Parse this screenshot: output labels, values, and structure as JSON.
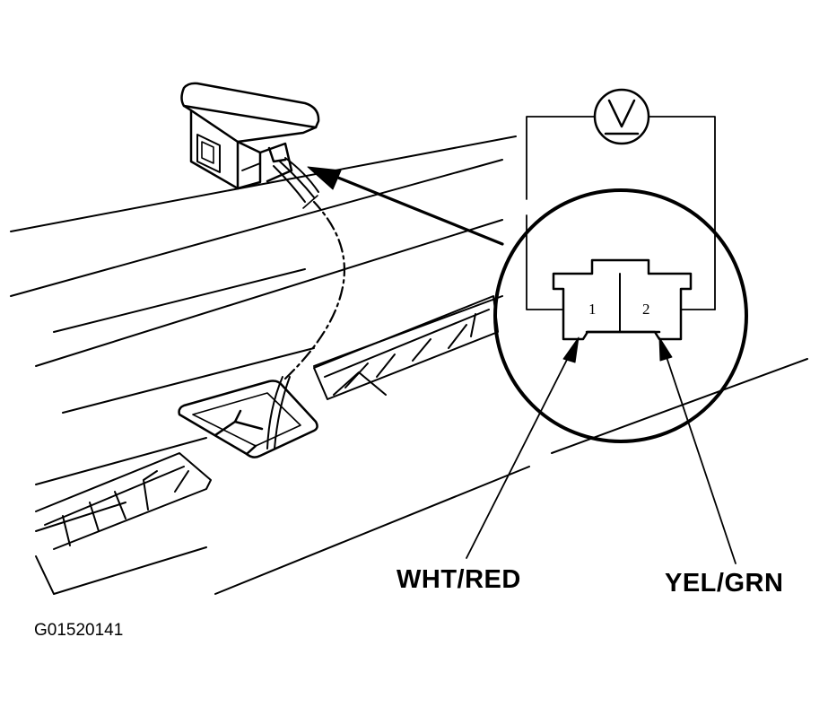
{
  "diagram": {
    "meter_symbol": "V",
    "connector": {
      "pins": [
        "1",
        "2"
      ]
    },
    "wire_labels": {
      "pin1": "WHT/RED",
      "pin2": "YEL/GRN"
    },
    "figure_id": "G01520141"
  },
  "colors": {
    "ink": "#000000",
    "paper": "#ffffff"
  }
}
